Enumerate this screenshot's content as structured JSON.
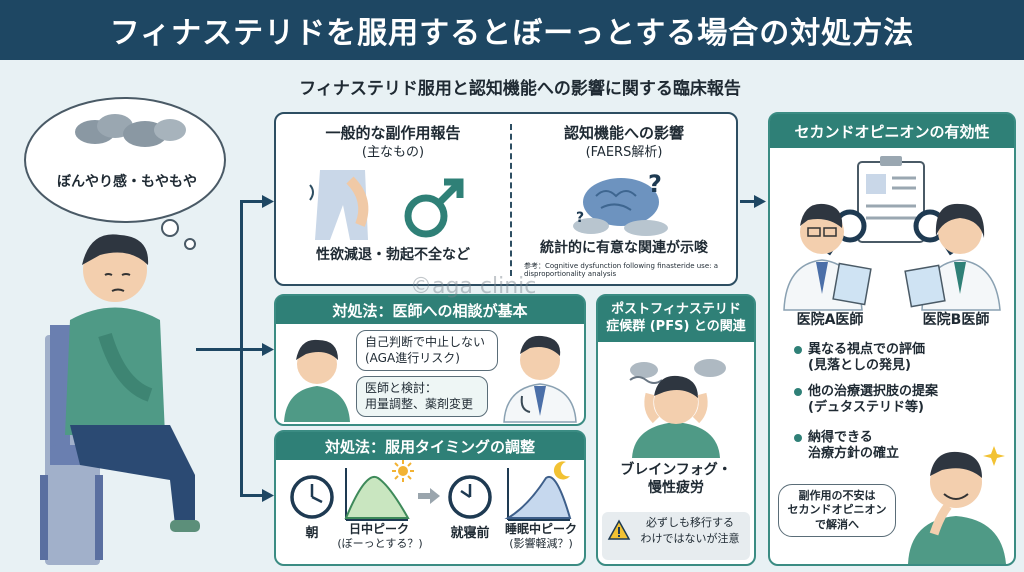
{
  "header": {
    "title": "フィナステリドを服用するとぼーっとする場合の対処方法"
  },
  "subtitle": "フィナステリド服用と認知機能への影響に関する臨床報告",
  "thought_bubble": {
    "text": "ぼんやり感・もやもや"
  },
  "side_effects": {
    "title": "一般的な副作用報告",
    "subtitle": "(主なもの)",
    "caption": "性欲減退・勃起不全など"
  },
  "cognitive": {
    "title": "認知機能への影響",
    "subtitle": "(FAERS解析)",
    "caption": "統計的に有意な関連が示唆",
    "reference_label": "参考：",
    "reference": "Cognitive dysfunction following finasteride use: a disproportionality analysis"
  },
  "consult": {
    "title": "対処法：医師への相談が基本",
    "bubble1_line1": "自己判断で中止しない",
    "bubble1_line2": "(AGA進行リスク)",
    "bubble2_line1": "医師と検討：",
    "bubble2_line2": "用量調整、薬剤変更"
  },
  "timing": {
    "title": "対処法：服用タイミングの調整",
    "morning": "朝",
    "day_peak": "日中ピーク",
    "day_peak_note": "(ぼーっとする？)",
    "bedtime": "就寝前",
    "night_peak": "睡眠中ピーク",
    "night_peak_note": "(影響軽減？)"
  },
  "pfs": {
    "title_line1": "ポストフィナステリド",
    "title_line2": "症候群 (PFS) との関連",
    "caption_line1": "ブレインフォグ・",
    "caption_line2": "慢性疲労",
    "note_line1": "必ずしも移行する",
    "note_line2": "わけではないが注意"
  },
  "second_opinion": {
    "title": "セカンドオピニオンの有効性",
    "doctor_a": "医院A医師",
    "doctor_b": "医院B医師",
    "bullets": [
      {
        "line1": "異なる視点での評価",
        "line2": "(見落としの発見)"
      },
      {
        "line1": "他の治療選択肢の提案",
        "line2": "(デュタステリド等)"
      },
      {
        "line1": "納得できる",
        "line2": "治療方針の確立"
      }
    ],
    "bubble_line1": "副作用の不安は",
    "bubble_line2": "セカンドオピニオン",
    "bubble_line3": "で解消へ"
  },
  "watermark": "©aga clinic",
  "colors": {
    "navy": "#1e4763",
    "teal": "#2f8077",
    "shirt": "#4f9a86",
    "pants": "#2b4a73"
  }
}
